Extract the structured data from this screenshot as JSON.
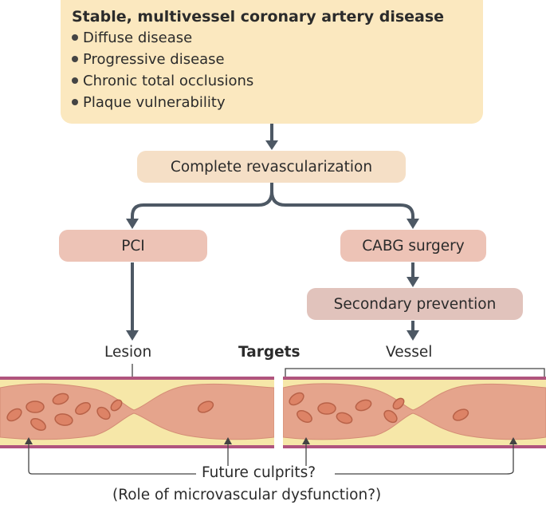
{
  "top_box": {
    "title": "Stable, multivessel coronary artery disease",
    "bullets": [
      "Diffuse disease",
      "Progressive disease",
      "Chronic total occlusions",
      "Plaque vulnerability"
    ]
  },
  "nodes": {
    "complete": "Complete revascularization",
    "pci": "PCI",
    "cabg": "CABG surgery",
    "secondary": "Secondary prevention"
  },
  "labels": {
    "lesion": "Lesion",
    "targets": "Targets",
    "vessel": "Vessel",
    "future_culprits": "Future culprits?",
    "microvascular": "(Role of microvascular dysfunction?)"
  },
  "colors": {
    "top_box": "#fbe8bf",
    "complete": "#f5dfc6",
    "pci_cabg": "#edc3b6",
    "secondary": "#e1c3bc",
    "arrow": "#4d5864",
    "vessel_wall": "#b0547e",
    "vessel_wall_inner": "#f6e7a8",
    "plaque": "#e5a48c",
    "rbc": "#dd8366"
  }
}
